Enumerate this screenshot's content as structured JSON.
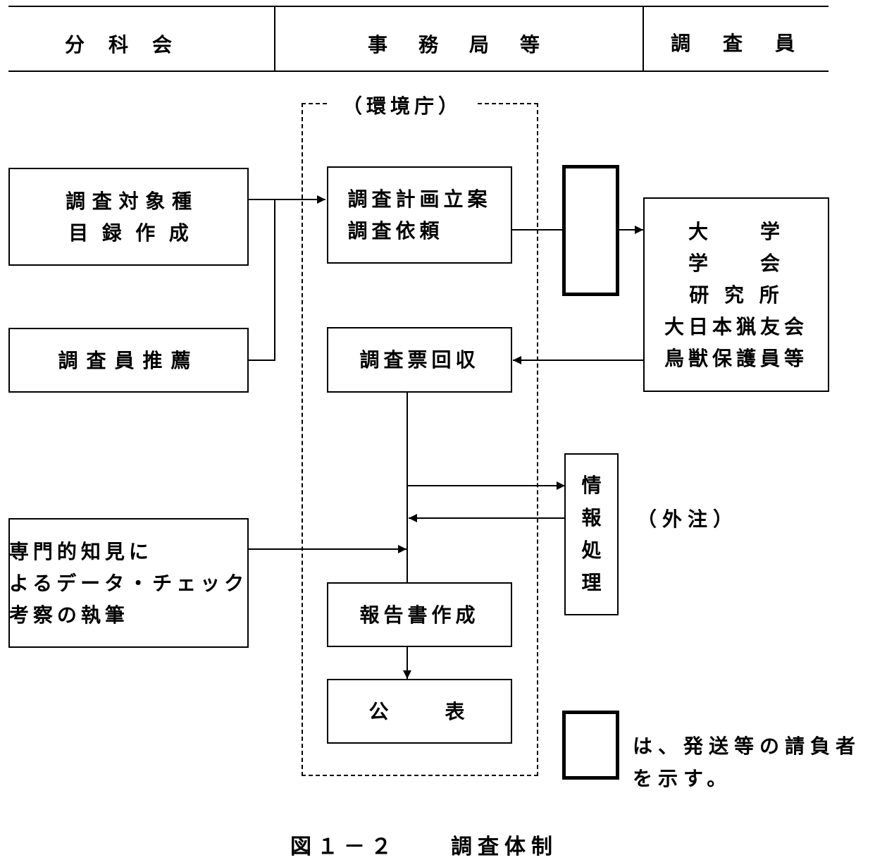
{
  "header": {
    "col1": "分科会",
    "col2": "事務局等",
    "col3": "調査員"
  },
  "agency_label": "（環境庁）",
  "left": {
    "catalog": "調 査 対 象 種\n目  録  作  成",
    "recommend": "調査員推薦",
    "expert": "専門的知見に\nよるデータ・チェック\n考察の執筆"
  },
  "center": {
    "plan": "調査計画立案\n調査依頼",
    "collect": "調査票回収",
    "report": "報告書作成",
    "publish": "公　　表"
  },
  "right": {
    "investigators": "大　　学\n学　　会\n研 究 所\n大日本猟友会\n鳥獣保護員等",
    "info": "情\n報\n処\n理",
    "outsourced": "（外注）"
  },
  "legend": {
    "text": "は、発送等の請負者\nを示す。"
  },
  "caption": "図１－２　　調査体制"
}
